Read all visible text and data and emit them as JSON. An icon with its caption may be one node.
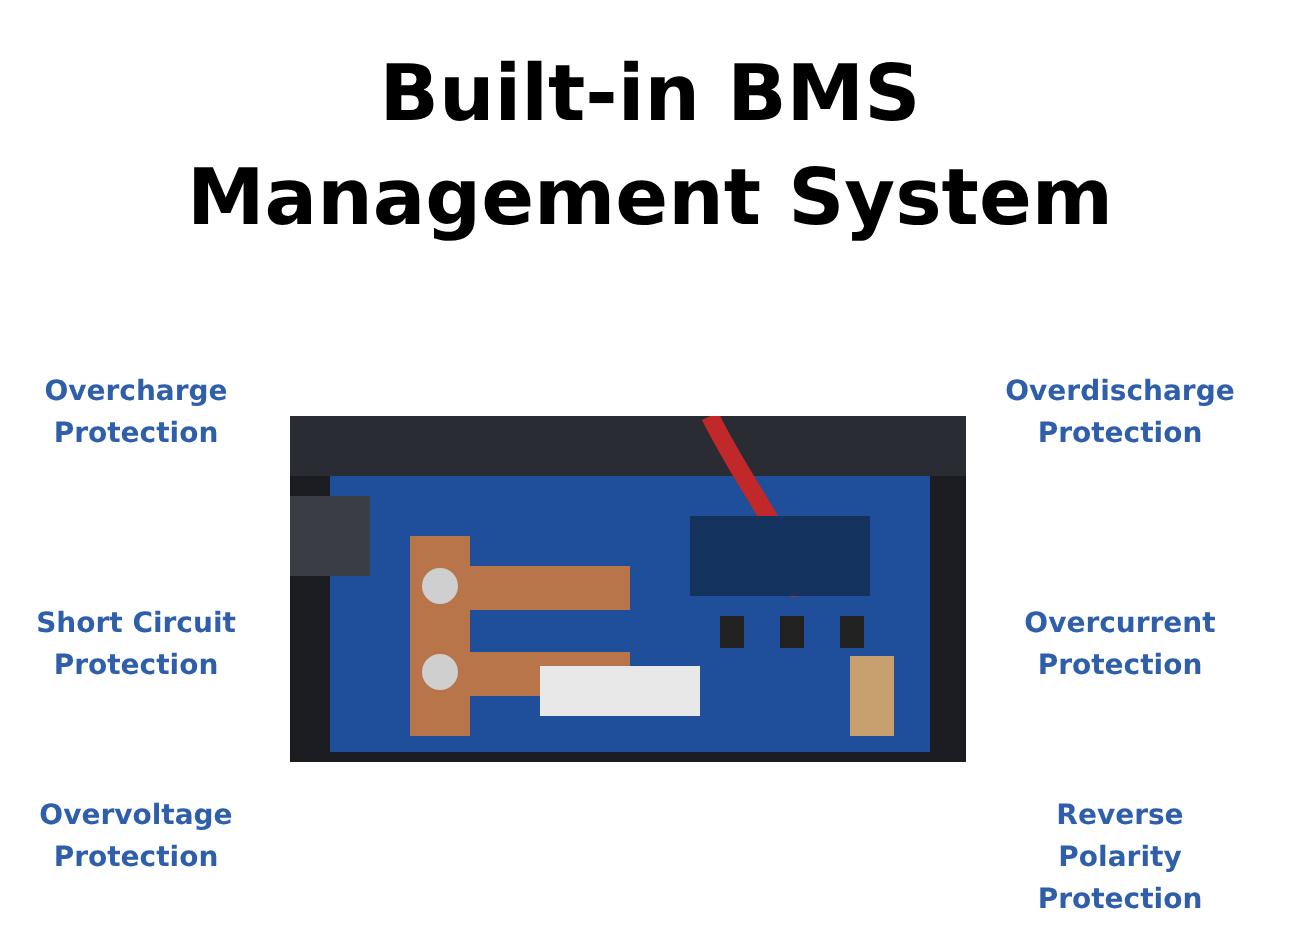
{
  "diagram": {
    "title": "Built-in BMS Management System",
    "labels": [
      "Overcharge Protection",
      "Overdischarge Protection",
      "Short Circuit Protection",
      "Overcurrent Protection",
      "Overvoltage Protection",
      "Reverse Polarity Protection"
    ]
  }
}
